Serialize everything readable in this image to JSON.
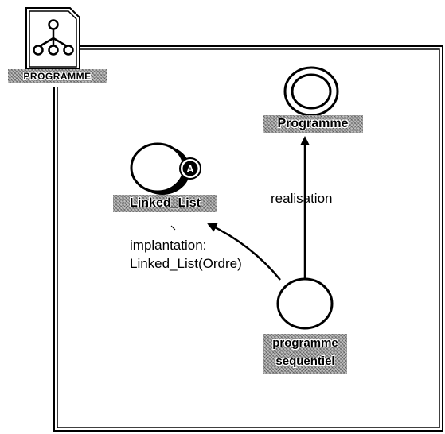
{
  "folder": {
    "title": "PROGRAMME",
    "icon": "hierarchy-icon"
  },
  "nodes": {
    "programme": {
      "label": "Programme"
    },
    "linked_list": {
      "label": "Linked_List",
      "badge": "A"
    },
    "sequentiel": {
      "label_line1": "programme",
      "label_line2": "sequentiel"
    }
  },
  "edges": {
    "realisation": {
      "label": "realisation"
    },
    "implantation": {
      "label_line1": "implantation:",
      "label_line2": "Linked_List(Ordre)"
    }
  }
}
